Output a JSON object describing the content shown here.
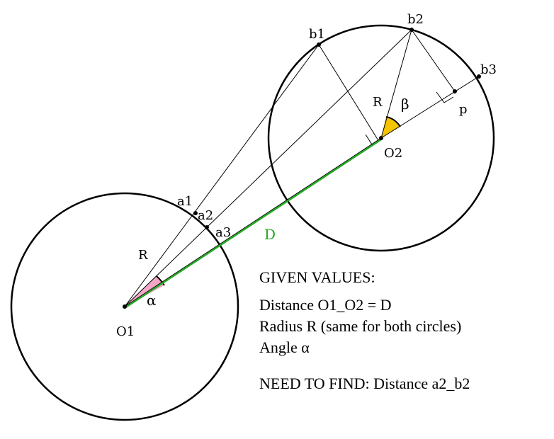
{
  "diagram": {
    "circle_labels": {
      "center_1": "O1",
      "center_2": "O2"
    },
    "point_labels": {
      "a1": "a1",
      "a2": "a2",
      "a3": "a3",
      "b1": "b1",
      "b2": "b2",
      "b3": "b3",
      "p": "p"
    },
    "radius_label_1": "R",
    "radius_label_2": "R",
    "distance_label": "D",
    "angle_alpha": "α",
    "angle_beta": "β",
    "colors": {
      "stroke": "#000000",
      "distance_line": "#22aa22",
      "distance_label": "#22aa22",
      "alpha_fill": "#f4a6c8",
      "beta_fill": "#f5c400"
    }
  },
  "text_block": {
    "given_title": "GIVEN VALUES:",
    "given_lines": [
      "Distance O1_O2 = D",
      "Radius R (same for both circles)",
      "Angle α"
    ],
    "need_to_find": "NEED TO FIND: Distance a2_b2"
  }
}
